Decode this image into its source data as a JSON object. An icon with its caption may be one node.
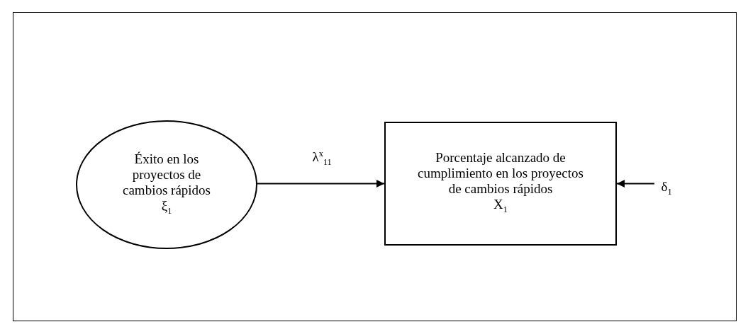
{
  "diagram": {
    "nodes": [
      {
        "text": [
          "Éxito en los proyectos de cambios rápidos",
          "ξ$_{1}$"
        ]
      },
      {
        "text": [
          "Porcentaje alcanzado de cumplimiento en los proyectos de cambios rápidos",
          "X$_{1}$"
        ]
      },
      {
        "text": [
          "δ$_{1}$"
        ]
      }
    ],
    "edges": [
      {
        "from": 0,
        "to": 1,
        "arrow": "to",
        "label": "λ$^{x}$$_{11}$"
      },
      {
        "from": 2,
        "to": 1,
        "arrow": "to"
      }
    ]
  }
}
